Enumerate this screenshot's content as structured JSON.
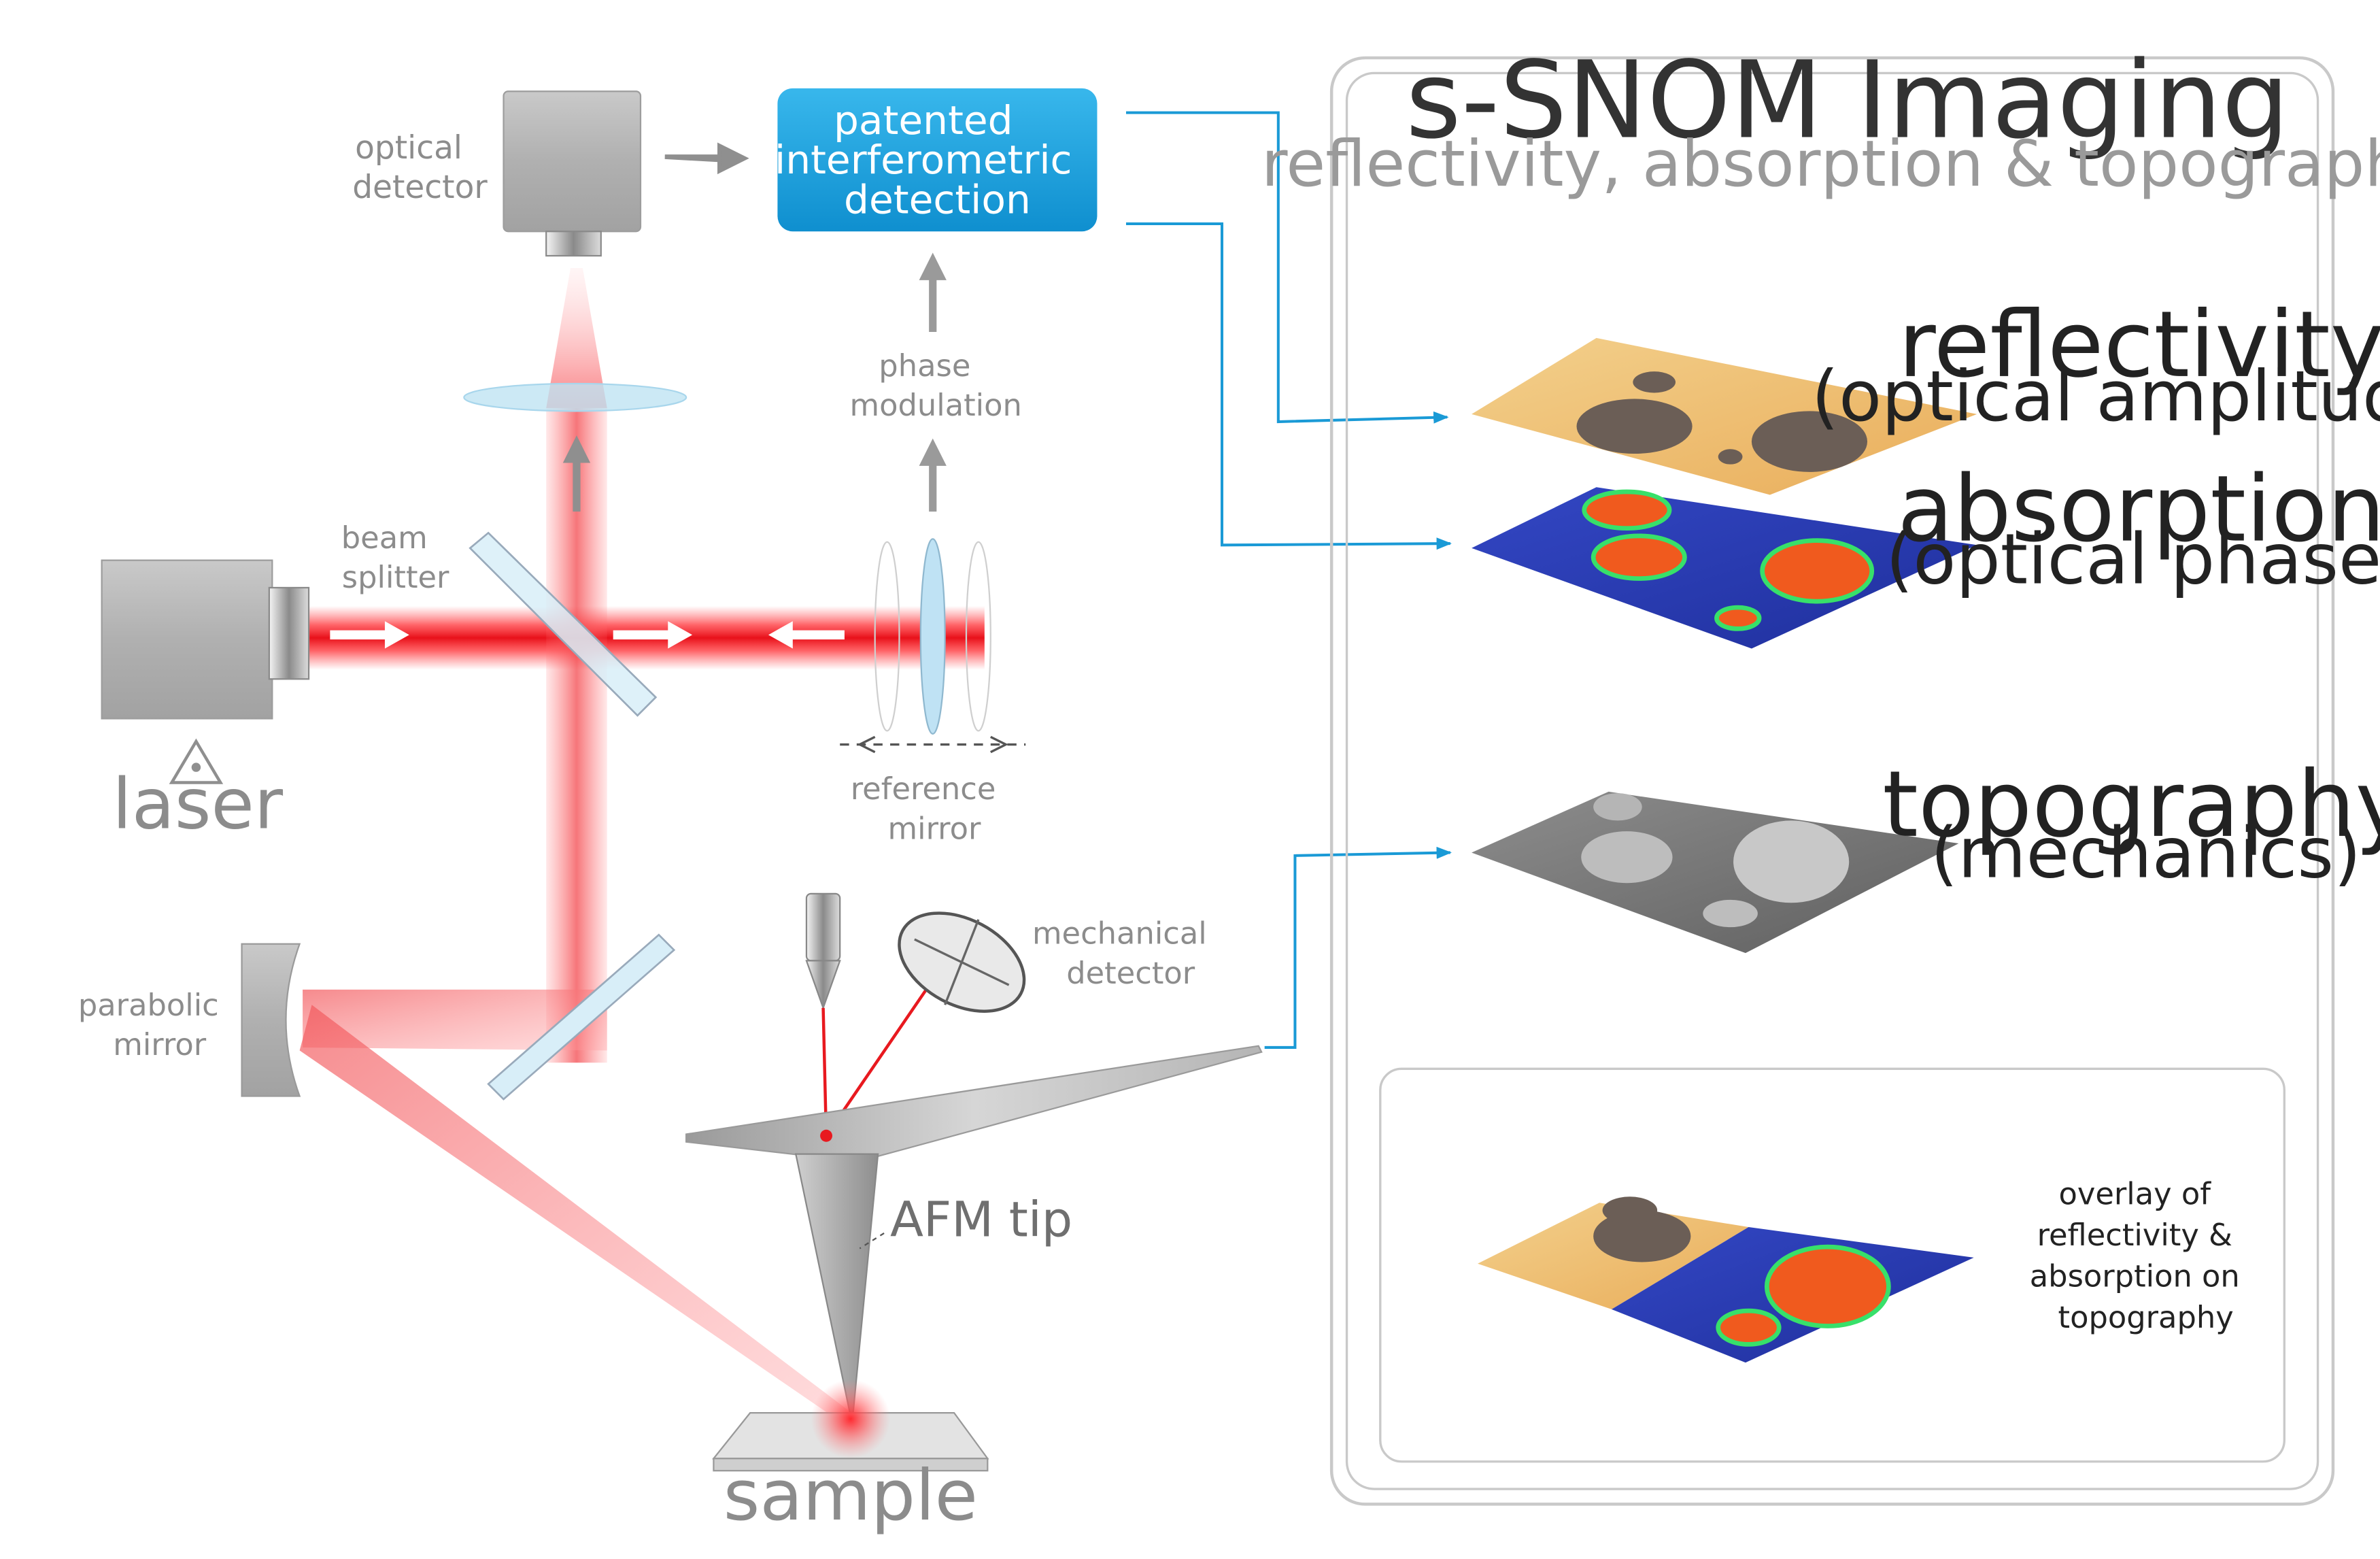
{
  "components": {
    "optical_detector": [
      "optical",
      "detector"
    ],
    "interferometric": [
      "patented",
      "interferometric",
      "detection"
    ],
    "phase_modulation": [
      "phase",
      "modulation"
    ],
    "beam_splitter": [
      "beam",
      "splitter"
    ],
    "laser": "laser",
    "reference_mirror": [
      "reference",
      "mirror"
    ],
    "parabolic_mirror": [
      "parabolic",
      "mirror"
    ],
    "mechanical_detector": [
      "mechanical",
      "detector"
    ],
    "afm_tip": "AFM tip",
    "sample": "sample"
  },
  "panel": {
    "title": "s-SNOM Imaging",
    "subtitle": "reflectivity, absorption & topography",
    "layers": [
      {
        "name": "reflectivity",
        "sub": "(optical amplitude)"
      },
      {
        "name": "absorption",
        "sub": "(optical phase)"
      },
      {
        "name": "topography",
        "sub": "(mechanics)"
      }
    ],
    "overlay": [
      "overlay of",
      "reflectivity &",
      "absorption on",
      "topography"
    ]
  },
  "colors": {
    "beam_red": "#ee1c24",
    "signal_blue": "#1a9ad6",
    "box_blue": "#1ba3de",
    "device_gray": "#b3b3b3",
    "reflectivity_bg": "#f2c77a",
    "absorption_bg": "#2a3fb5",
    "topography_bg": "#7a7a7a"
  }
}
